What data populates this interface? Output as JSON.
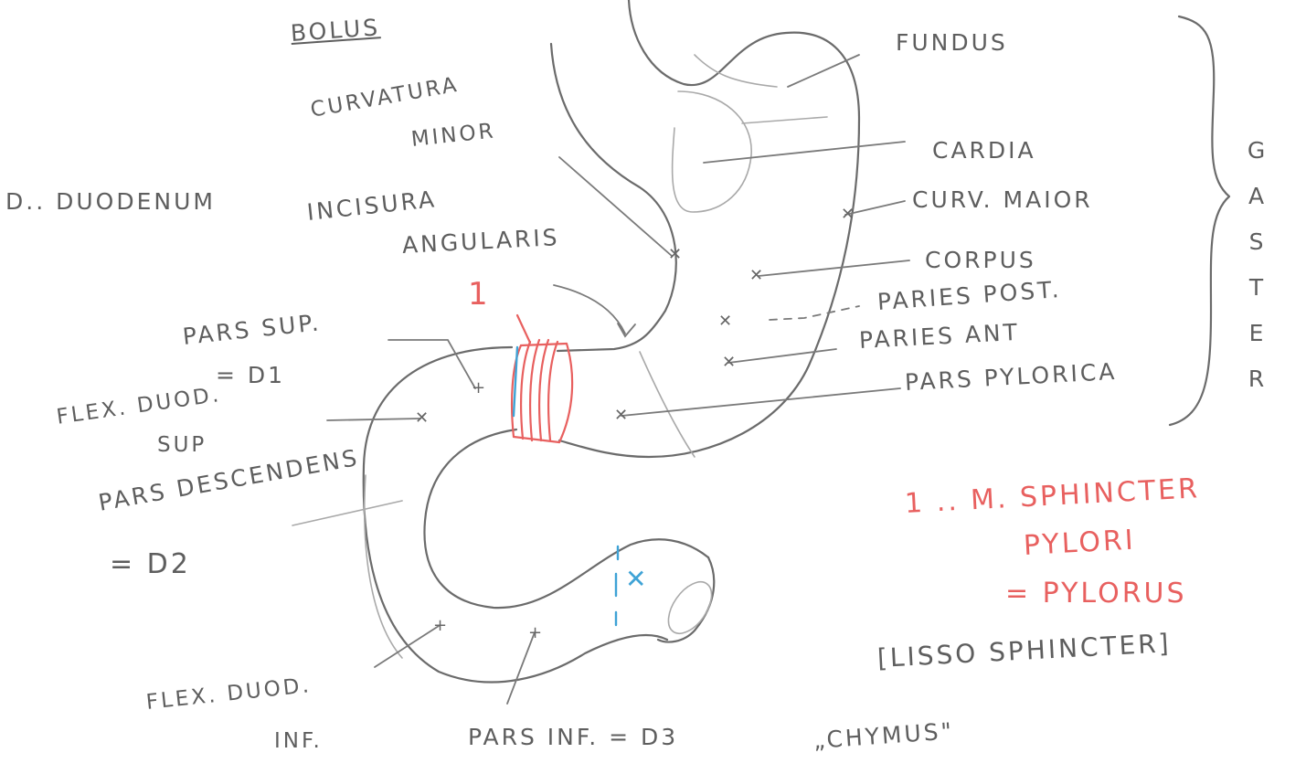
{
  "labels": {
    "bolus": "BOLUS",
    "fundus": "FUNDUS",
    "curvatura_minor_1": "CURVATURA",
    "curvatura_minor_2": "MINOR",
    "cardia": "CARDIA",
    "duodenum": "D.. DUODENUM",
    "incisura_1": "INCISURA",
    "incisura_2": "ANGULARIS",
    "curv_maior": "CURV. MAIOR",
    "corpus": "CORPUS",
    "paries_post": "PARIES POST.",
    "paries_ant": "PARIES ANT",
    "pars_pylorica": "PARS PYLORICA",
    "pars_sup_1": "PARS SUP.",
    "pars_sup_2": "= D1",
    "flex_sup_1": "FLEX. DUOD.",
    "flex_sup_2": "SUP",
    "pars_desc_1": "PARS DESCENDENS",
    "pars_desc_2": "= D2",
    "flex_inf_1": "FLEX. DUOD.",
    "flex_inf_2": "INF.",
    "pars_inf": "PARS INF. = D3",
    "chymus": "„CHYMUS\"",
    "marker_1": "1",
    "gaster": [
      "G",
      "A",
      "S",
      "T",
      "E",
      "R"
    ]
  },
  "legend": {
    "line1": "1 .. M. SPHINCTER",
    "line2": "PYLORI",
    "line3": "= PYLORUS",
    "line4": "[LISSO SPHINCTER]"
  },
  "colors": {
    "pencil": "#6b6b6b",
    "red": "#e8605f",
    "blue": "#3fa3d6"
  }
}
